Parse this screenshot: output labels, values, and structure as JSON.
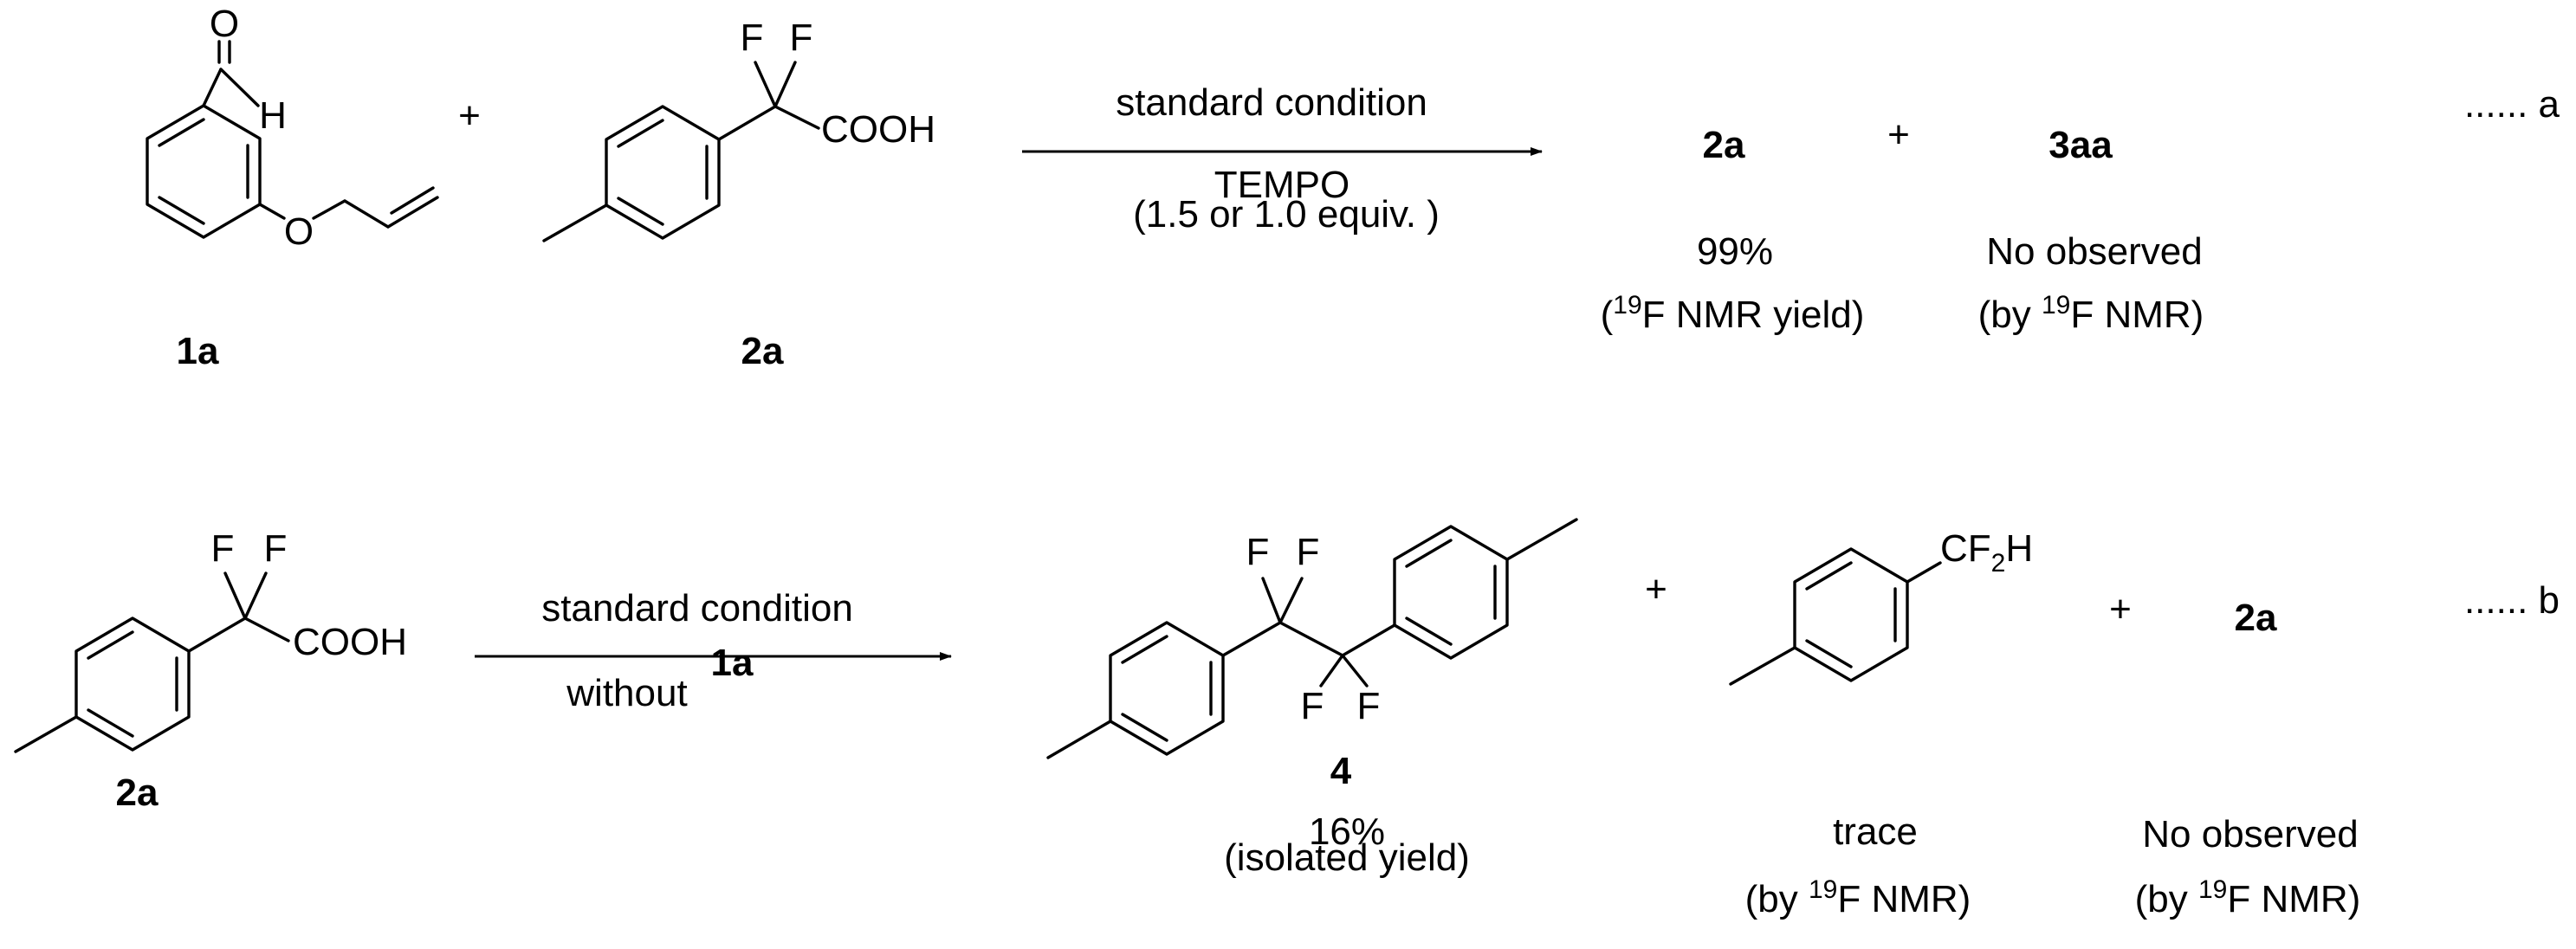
{
  "reaction_a": {
    "reactant_1_label": "1a",
    "reactant_1_atoms": {
      "carbonyl_O": "O",
      "aldehyde_H": "H",
      "ether_O": "O"
    },
    "plus_1": "+",
    "reactant_2_label": "2a",
    "reactant_2_atoms": {
      "F1": "F",
      "F2": "F",
      "acid": "COOH"
    },
    "arrow_above": "standard condition",
    "arrow_below_1": "TEMPO",
    "arrow_below_2": "(1.5 or 1.0 equiv. )",
    "product_1_label": "2a",
    "product_1_yield": "99%",
    "product_1_note_pre": "(",
    "product_1_note_sup": "19",
    "product_1_note_post": "F NMR yield)",
    "plus_2": "+",
    "product_2_label": "3aa",
    "product_2_result": "No observed",
    "product_2_note_pre": "(by ",
    "product_2_note_sup": "19",
    "product_2_note_post": "F NMR)",
    "tag": "...... a"
  },
  "reaction_b": {
    "reactant_label": "2a",
    "reactant_atoms": {
      "F1": "F",
      "F2": "F",
      "acid": "COOH"
    },
    "arrow_above": "standard condition",
    "arrow_below_1": "without",
    "arrow_below_2": "1a",
    "product_1_label": "4",
    "product_1_atoms": {
      "F1": "F",
      "F2": "F",
      "F3": "F",
      "F4": "F"
    },
    "product_1_yield": "16%",
    "product_1_note": "(isolated yield)",
    "plus_1": "+",
    "product_2_group": {
      "main": "CF",
      "sub": "2",
      "end": "H"
    },
    "product_2_result": "trace",
    "product_2_note_pre": "(by ",
    "product_2_note_sup": "19",
    "product_2_note_post": "F NMR)",
    "plus_2": "+",
    "product_3_label": "2a",
    "product_3_result": "No observed",
    "product_3_note_pre": "(by ",
    "product_3_note_sup": "19",
    "product_3_note_post": "F NMR)",
    "tag": "...... b"
  }
}
